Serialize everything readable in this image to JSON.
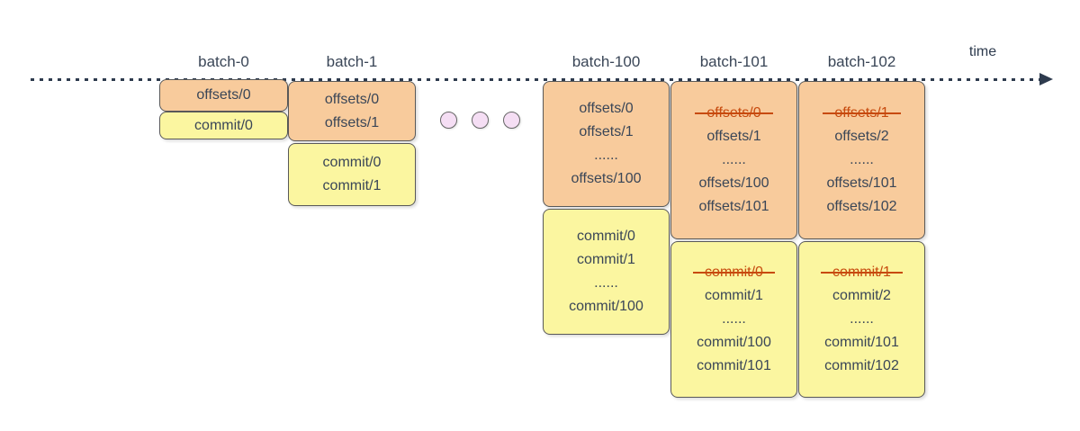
{
  "timeline": {
    "label": "time"
  },
  "ellipsis": {
    "circle_count": 3
  },
  "colors": {
    "offsets_fill": "#F8CB9C",
    "commit_fill": "#FBF6A0",
    "box_stroke": "#595959",
    "text": "#3A4657",
    "struck_text": "#C74A0E",
    "timeline": "#2E3B4E",
    "circle_fill": "#F5DEF4"
  },
  "columns": [
    {
      "label": "batch-0",
      "offsets": {
        "lines": [
          {
            "text": "offsets/0",
            "struck": false
          }
        ]
      },
      "commit": {
        "lines": [
          {
            "text": "commit/0",
            "struck": false
          }
        ]
      }
    },
    {
      "label": "batch-1",
      "offsets": {
        "lines": [
          {
            "text": "offsets/0",
            "struck": false
          },
          {
            "text": "offsets/1",
            "struck": false
          }
        ]
      },
      "commit": {
        "lines": [
          {
            "text": "commit/0",
            "struck": false
          },
          {
            "text": "commit/1",
            "struck": false
          }
        ]
      }
    },
    {
      "label": "batch-100",
      "offsets": {
        "lines": [
          {
            "text": "offsets/0",
            "struck": false
          },
          {
            "text": "offsets/1",
            "struck": false
          },
          {
            "text": "......",
            "struck": false
          },
          {
            "text": "offsets/100",
            "struck": false
          }
        ]
      },
      "commit": {
        "lines": [
          {
            "text": "commit/0",
            "struck": false
          },
          {
            "text": "commit/1",
            "struck": false
          },
          {
            "text": "......",
            "struck": false
          },
          {
            "text": "commit/100",
            "struck": false
          }
        ]
      }
    },
    {
      "label": "batch-101",
      "offsets": {
        "lines": [
          {
            "text": "offsets/0",
            "struck": true
          },
          {
            "text": "offsets/1",
            "struck": false
          },
          {
            "text": "......",
            "struck": false
          },
          {
            "text": "offsets/100",
            "struck": false
          },
          {
            "text": "offsets/101",
            "struck": false
          }
        ]
      },
      "commit": {
        "lines": [
          {
            "text": "commit/0",
            "struck": true
          },
          {
            "text": "commit/1",
            "struck": false
          },
          {
            "text": "......",
            "struck": false
          },
          {
            "text": "commit/100",
            "struck": false
          },
          {
            "text": "commit/101",
            "struck": false
          }
        ]
      }
    },
    {
      "label": "batch-102",
      "offsets": {
        "lines": [
          {
            "text": "offsets/1",
            "struck": true
          },
          {
            "text": "offsets/2",
            "struck": false
          },
          {
            "text": "......",
            "struck": false
          },
          {
            "text": "offsets/101",
            "struck": false
          },
          {
            "text": "offsets/102",
            "struck": false
          }
        ]
      },
      "commit": {
        "lines": [
          {
            "text": "commit/1",
            "struck": true
          },
          {
            "text": "commit/2",
            "struck": false
          },
          {
            "text": "......",
            "struck": false
          },
          {
            "text": "commit/101",
            "struck": false
          },
          {
            "text": "commit/102",
            "struck": false
          }
        ]
      }
    }
  ]
}
